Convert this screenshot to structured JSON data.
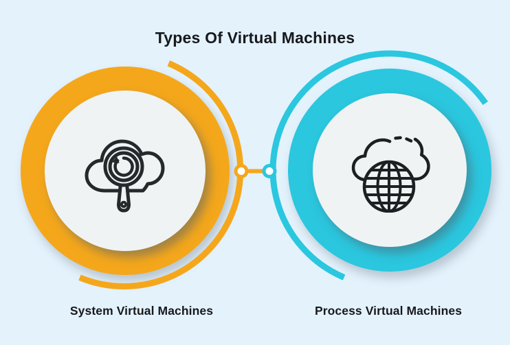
{
  "title": "Types Of Virtual Machines",
  "palette": {
    "background": "#E4F2FC",
    "orange_accent": "#F5A71B",
    "cyan_accent": "#2AC7DF",
    "inner_disc": "#F0F3F4",
    "text": "#17191D",
    "icon_stroke": "#24272A",
    "connector_node_fill": "#FFFFFF"
  },
  "items": [
    {
      "label": "System Virtual Machines",
      "accent_color": "#F5A71B",
      "icon": "cloud-refresh-magnifier-icon"
    },
    {
      "label": "Process Virtual Machines",
      "accent_color": "#2AC7DF",
      "icon": "cloud-globe-icon"
    }
  ]
}
